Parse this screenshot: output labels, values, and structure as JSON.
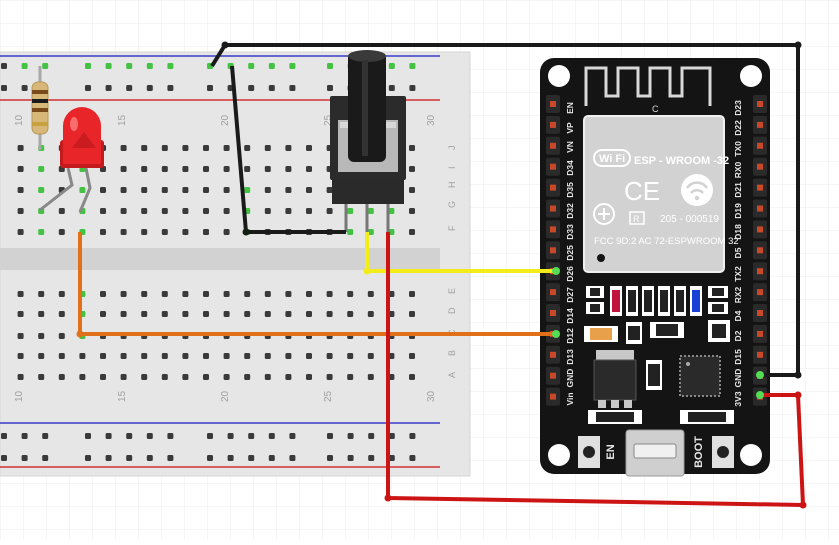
{
  "breadboard": {
    "column_numbers_top": [
      "10",
      "15",
      "20",
      "25",
      "30"
    ],
    "column_numbers_bottom": [
      "10",
      "15",
      "20",
      "25",
      "30"
    ],
    "row_letters_top": [
      "J",
      "I",
      "H",
      "G",
      "F"
    ],
    "row_letters_bottom": [
      "E",
      "D",
      "C",
      "B",
      "A"
    ]
  },
  "board": {
    "module_name": "ESP - WROOM -32",
    "wifi_logo": "Wi Fi",
    "ce_mark": "CE",
    "registered_mark": "R",
    "cert_number": "205 - 000519",
    "fcc_id": "FCC 9D:2 AC 72-ESPWROOM  32",
    "antenna_label": "C",
    "left_pins": [
      "EN",
      "VP",
      "VN",
      "D34",
      "D35",
      "D32",
      "D33",
      "D25",
      "D26",
      "D27",
      "D14",
      "D12",
      "D13",
      "GND",
      "Vin"
    ],
    "right_pins": [
      "D23",
      "D22",
      "TX0",
      "RX0",
      "D21",
      "D19",
      "D18",
      "D5",
      "TX2",
      "RX2",
      "D4",
      "D2",
      "D15",
      "GND",
      "3V3"
    ],
    "en_button_label": "EN",
    "boot_button_label": "BOOT"
  },
  "colors": {
    "wire_black": "#1a1a1a",
    "wire_yellow": "#f2ec1a",
    "wire_orange": "#e0701a",
    "wire_red": "#cc1414",
    "led_red": "#e8262a",
    "board_black": "#141414",
    "breadboard": "#e6e6e6",
    "rail_blue": "#3a3ac8",
    "rail_red": "#d03030",
    "hole_active": "#43c243"
  },
  "icons": [
    "wifi-certified-icon",
    "ce-mark-icon",
    "wifi-symbol-icon",
    "recycle-icon",
    "registered-icon"
  ]
}
